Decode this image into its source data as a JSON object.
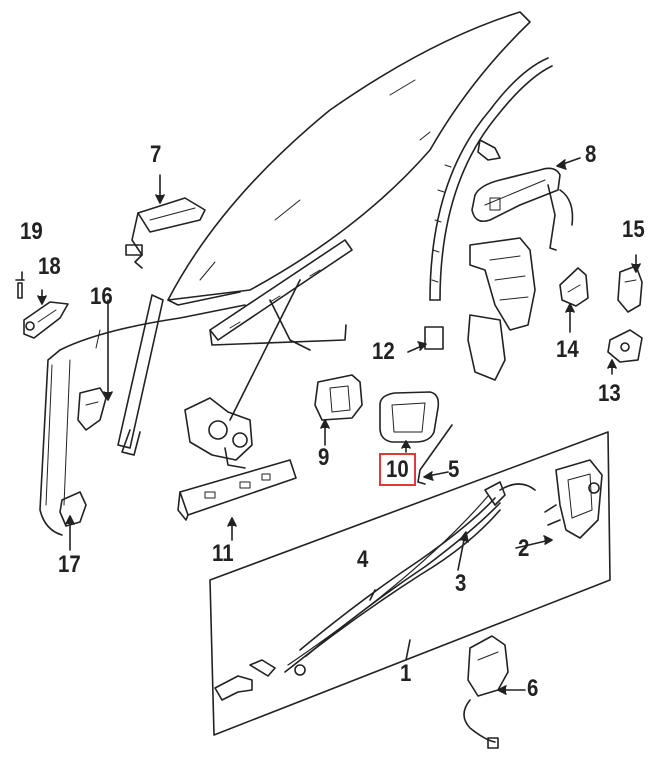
{
  "diagram": {
    "highlight_color": "#e53935",
    "line_color": "#222222",
    "highlighted_callout": "10",
    "callouts": [
      {
        "id": "1",
        "text": "1"
      },
      {
        "id": "2",
        "text": "2"
      },
      {
        "id": "3",
        "text": "3"
      },
      {
        "id": "4",
        "text": "4"
      },
      {
        "id": "5",
        "text": "5"
      },
      {
        "id": "6",
        "text": "6"
      },
      {
        "id": "7",
        "text": "7"
      },
      {
        "id": "8",
        "text": "8"
      },
      {
        "id": "9",
        "text": "9"
      },
      {
        "id": "10",
        "text": "10"
      },
      {
        "id": "11",
        "text": "11"
      },
      {
        "id": "12",
        "text": "12"
      },
      {
        "id": "13",
        "text": "13"
      },
      {
        "id": "14",
        "text": "14"
      },
      {
        "id": "15",
        "text": "15"
      },
      {
        "id": "16",
        "text": "16"
      },
      {
        "id": "17",
        "text": "17"
      },
      {
        "id": "18",
        "text": "18"
      },
      {
        "id": "19",
        "text": "19"
      }
    ]
  }
}
